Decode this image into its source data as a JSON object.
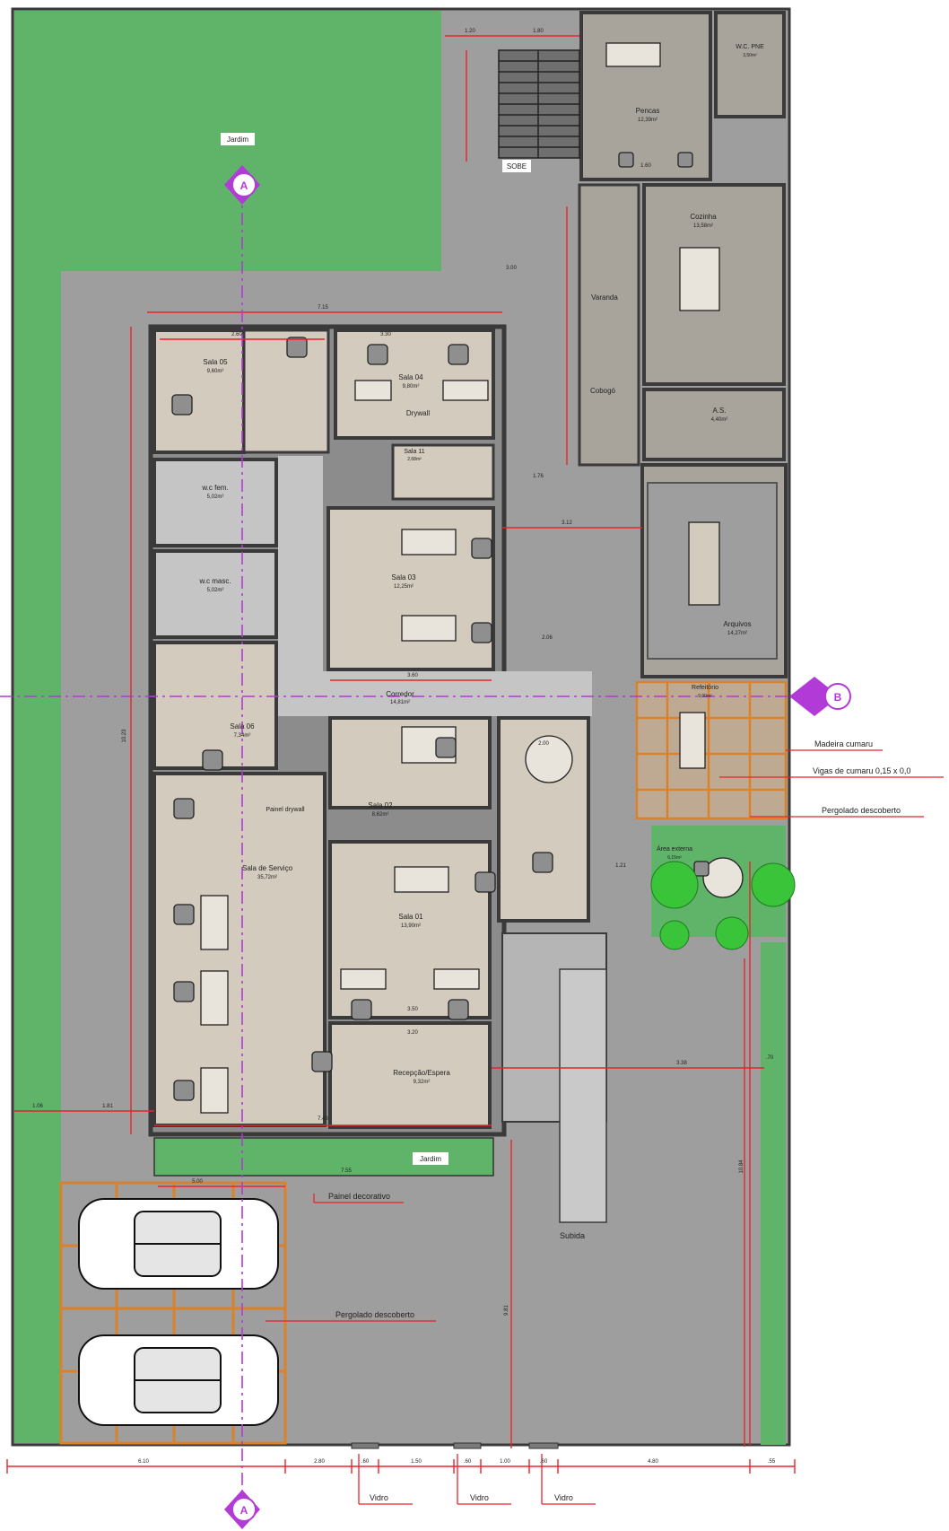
{
  "colors": {
    "garden": "#5fb46a",
    "floor_out": "#9e9e9e",
    "floor_in": "#d3cbbd",
    "floor_grey": "#c5c5c5",
    "wall": "#3a3a3a",
    "dim": "#e8232b",
    "axis": "#b23ad6",
    "pergola": "#d9822b",
    "room_fill_a": "#a8a49c"
  },
  "rooms": {
    "sala05": {
      "name": "Sala 05",
      "area": "9,60m²"
    },
    "sala04": {
      "name": "Sala 04",
      "area": "9,80m²"
    },
    "sala11": {
      "name": "Sala 11",
      "area": "2,68m²"
    },
    "drywall": "Drywall",
    "wc_fem": {
      "name": "w.c fem.",
      "area": "5,02m²"
    },
    "wc_masc": {
      "name": "w.c masc.",
      "area": "5,02m²"
    },
    "sala03": {
      "name": "Sala 03",
      "area": "12,25m²"
    },
    "sala06": {
      "name": "Sala 06",
      "area": "7,34m²"
    },
    "corredor": {
      "name": "Corredor",
      "area": "14,81m²"
    },
    "sala02": {
      "name": "Sala 02",
      "area": "8,62m²"
    },
    "sala01": {
      "name": "Sala 01",
      "area": "13,90m²"
    },
    "servico": {
      "name": "Sala de Serviço",
      "area": "35,72m²"
    },
    "painel": "Painel drywall",
    "recepcao": {
      "name": "Recepção/Espera",
      "area": "9,32m²"
    },
    "pencas": {
      "name": "Pencas",
      "area": "12,39m²"
    },
    "wcpne": {
      "name": "W.C. PNE",
      "area": "3,50m²"
    },
    "cozinha": {
      "name": "Cozinha",
      "area": "13,58m²"
    },
    "varanda": "Varanda",
    "cobogo": "Cobogó",
    "as": {
      "name": "A.S.",
      "area": "4,40m²"
    },
    "arquivos": {
      "name": "Arquivos",
      "area": "14,27m²"
    },
    "refeitorio": {
      "name": "Refeitório",
      "area": "9,00m²"
    },
    "area_externa": {
      "name": "Área externa",
      "area": "6,15m²"
    }
  },
  "labels": {
    "jardim_top": "Jardim",
    "jardim_bottom": "Jardim",
    "sobe": "SOBE",
    "rampa": "Subida",
    "painel_decorativo": "Painel decorativo",
    "pergolado_garagem": "Pergolado descoberto",
    "madeira": "Madeira cumaru",
    "vigas": "Vigas de cumaru 0,15 x 0,0",
    "pergolado_ref": "Pergolado descoberto",
    "vidro1": "Vidro",
    "vidro2": "Vidro",
    "vidro3": "Vidro",
    "axis_a": "A",
    "axis_b": "B"
  },
  "dims": {
    "d_715": "7.15",
    "d_120a": "1.20",
    "d_180": "1.80",
    "d_300": "3.00",
    "d_160": "1.60",
    "d_260": "2.60",
    "d_330": "3.30",
    "d_200": "2.00",
    "d_176": "1.76",
    "d_312": "3.12",
    "d_360": "3.60",
    "d_206": "2.06",
    "d_350": "3.50",
    "d_320": "3.20",
    "d_743": "7.43",
    "d_755": "7.55",
    "d_500": "5.00",
    "d_106": "1.06",
    "d_181": "1.81",
    "d_338": "3.38",
    "d_1023": "10.23",
    "d_1084": "10.84",
    "d_981": "9.81",
    "d_70": ".70",
    "d_121": "1.21",
    "b_610": "6.10",
    "b_280": "2.80",
    "b_60a": ".60",
    "b_150": "1.50",
    "b_60b": ".60",
    "b_100": "1.00",
    "b_60c": ".60",
    "b_480": "4.80",
    "b_55": ".55"
  }
}
